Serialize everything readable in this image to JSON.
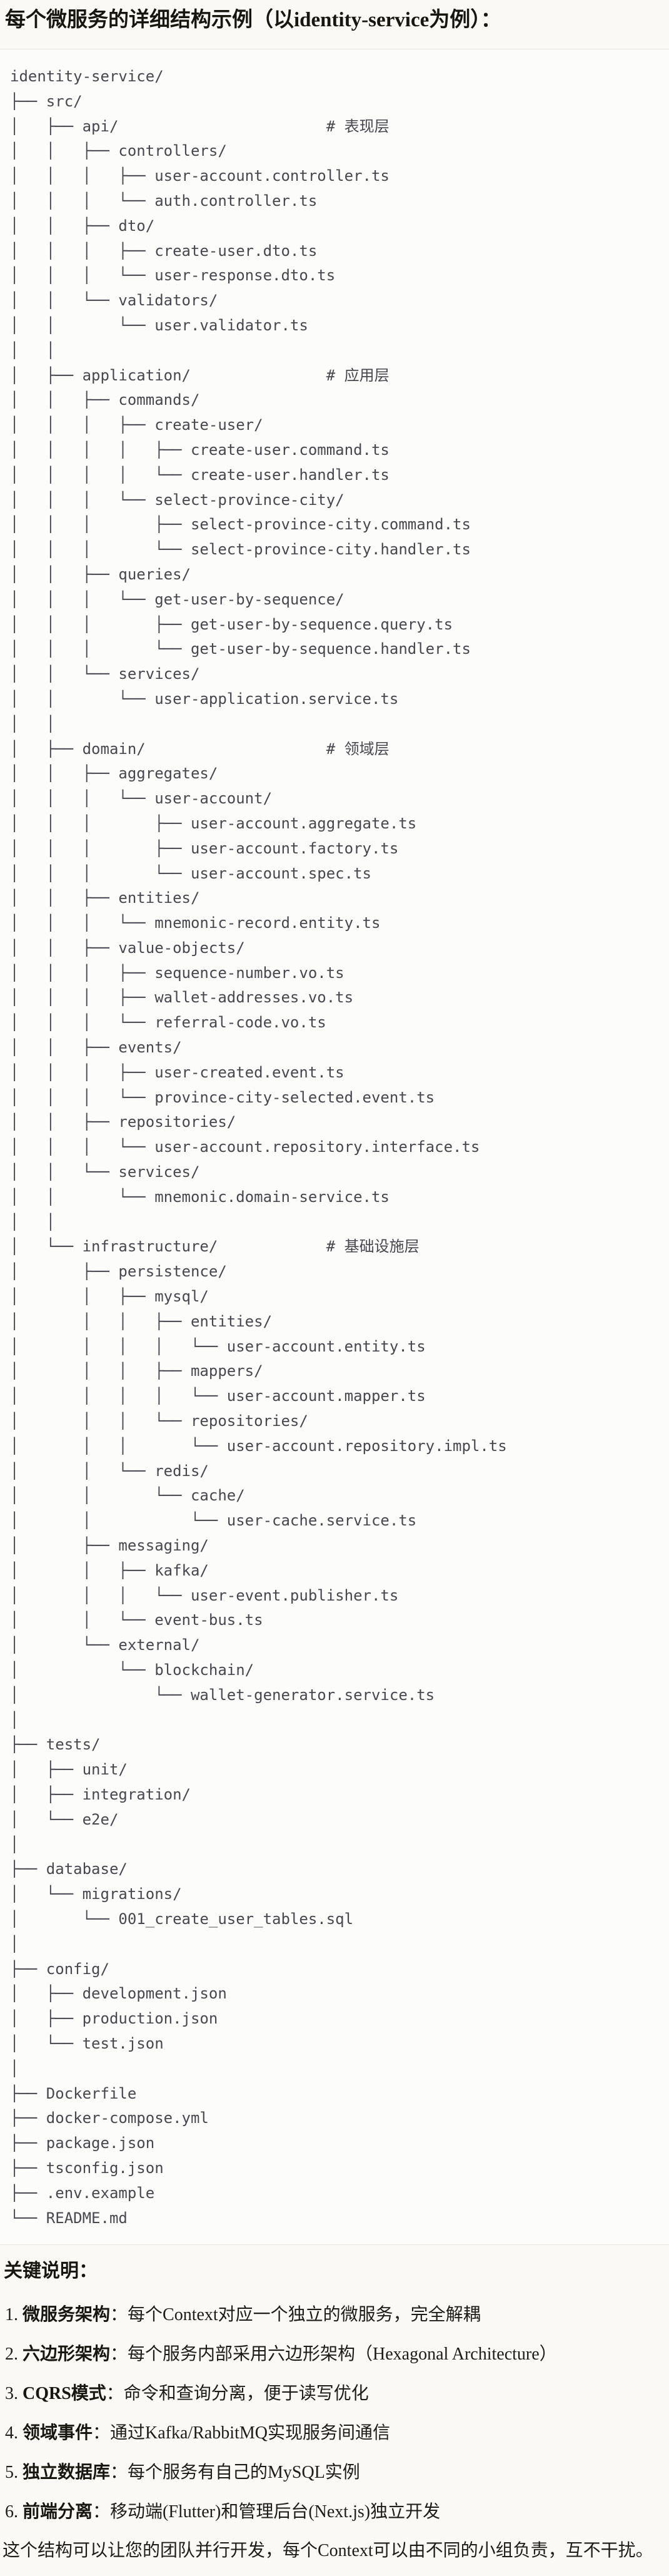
{
  "title": "每个微服务的详细结构示例（以identity-service为例）：",
  "colors": {
    "page_background": "#FAF9F5",
    "code_background": "#FCFCFA",
    "code_border": "#E8E6DF",
    "code_text": "#47474F",
    "body_text": "#1D1C18"
  },
  "tree_lines": [
    "identity-service/",
    "├── src/",
    "│   ├── api/                       # 表现层",
    "│   │   ├── controllers/",
    "│   │   │   ├── user-account.controller.ts",
    "│   │   │   └── auth.controller.ts",
    "│   │   ├── dto/",
    "│   │   │   ├── create-user.dto.ts",
    "│   │   │   └── user-response.dto.ts",
    "│   │   └── validators/",
    "│   │       └── user.validator.ts",
    "│   │",
    "│   ├── application/               # 应用层",
    "│   │   ├── commands/",
    "│   │   │   ├── create-user/",
    "│   │   │   │   ├── create-user.command.ts",
    "│   │   │   │   └── create-user.handler.ts",
    "│   │   │   └── select-province-city/",
    "│   │   │       ├── select-province-city.command.ts",
    "│   │   │       └── select-province-city.handler.ts",
    "│   │   ├── queries/",
    "│   │   │   └── get-user-by-sequence/",
    "│   │   │       ├── get-user-by-sequence.query.ts",
    "│   │   │       └── get-user-by-sequence.handler.ts",
    "│   │   └── services/",
    "│   │       └── user-application.service.ts",
    "│   │",
    "│   ├── domain/                    # 领域层",
    "│   │   ├── aggregates/",
    "│   │   │   └── user-account/",
    "│   │   │       ├── user-account.aggregate.ts",
    "│   │   │       ├── user-account.factory.ts",
    "│   │   │       └── user-account.spec.ts",
    "│   │   ├── entities/",
    "│   │   │   └── mnemonic-record.entity.ts",
    "│   │   ├── value-objects/",
    "│   │   │   ├── sequence-number.vo.ts",
    "│   │   │   ├── wallet-addresses.vo.ts",
    "│   │   │   └── referral-code.vo.ts",
    "│   │   ├── events/",
    "│   │   │   ├── user-created.event.ts",
    "│   │   │   └── province-city-selected.event.ts",
    "│   │   ├── repositories/",
    "│   │   │   └── user-account.repository.interface.ts",
    "│   │   └── services/",
    "│   │       └── mnemonic.domain-service.ts",
    "│   │",
    "│   └── infrastructure/            # 基础设施层",
    "│       ├── persistence/",
    "│       │   ├── mysql/",
    "│       │   │   ├── entities/",
    "│       │   │   │   └── user-account.entity.ts",
    "│       │   │   ├── mappers/",
    "│       │   │   │   └── user-account.mapper.ts",
    "│       │   │   └── repositories/",
    "│       │   │       └── user-account.repository.impl.ts",
    "│       │   └── redis/",
    "│       │       └── cache/",
    "│       │           └── user-cache.service.ts",
    "│       ├── messaging/",
    "│       │   ├── kafka/",
    "│       │   │   └── user-event.publisher.ts",
    "│       │   └── event-bus.ts",
    "│       └── external/",
    "│           └── blockchain/",
    "│               └── wallet-generator.service.ts",
    "│",
    "├── tests/",
    "│   ├── unit/",
    "│   ├── integration/",
    "│   └── e2e/",
    "│",
    "├── database/",
    "│   └── migrations/",
    "│       └── 001_create_user_tables.sql",
    "│",
    "├── config/",
    "│   ├── development.json",
    "│   ├── production.json",
    "│   └── test.json",
    "│",
    "├── Dockerfile",
    "├── docker-compose.yml",
    "├── package.json",
    "├── tsconfig.json",
    "├── .env.example",
    "└── README.md"
  ],
  "notes": {
    "heading": "关键说明：",
    "items": [
      {
        "num": "1.",
        "label": "微服务架构",
        "text": "：每个Context对应一个独立的微服务，完全解耦"
      },
      {
        "num": "2.",
        "label": "六边形架构",
        "text": "：每个服务内部采用六边形架构（Hexagonal Architecture）"
      },
      {
        "num": "3.",
        "label": "CQRS模式",
        "text": "：命令和查询分离，便于读写优化"
      },
      {
        "num": "4.",
        "label": "领域事件",
        "text": "：通过Kafka/RabbitMQ实现服务间通信"
      },
      {
        "num": "5.",
        "label": "独立数据库",
        "text": "：每个服务有自己的MySQL实例"
      },
      {
        "num": "6.",
        "label": "前端分离",
        "text": "：移动端(Flutter)和管理后台(Next.js)独立开发"
      }
    ],
    "footer": "这个结构可以让您的团队并行开发，每个Context可以由不同的小组负责，互不干扰。"
  }
}
